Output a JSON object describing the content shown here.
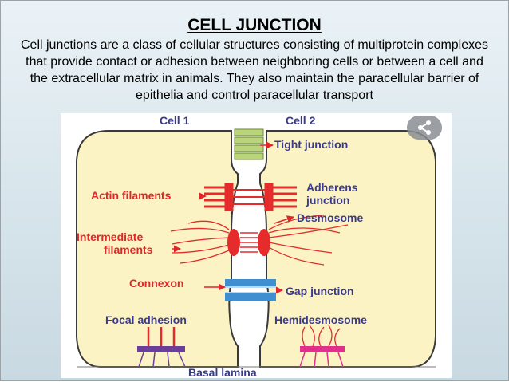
{
  "slide": {
    "title": "CELL JUNCTION",
    "description": "Cell junctions are a class of cellular structures consisting of multiprotein complexes that provide contact or adhesion between neighboring cells or between a cell and the extracellular matrix in animals. They also maintain the paracellular barrier of epithelia and control paracellular transport"
  },
  "diagram": {
    "cell1": "Cell 1",
    "cell2": "Cell 2",
    "tight_junction": "Tight junction",
    "actin_filaments": "Actin filaments",
    "adherens_line1": "Adherens",
    "adherens_line2": "junction",
    "desmosome": "Desmosome",
    "intermediate_line1": "Intermediate",
    "intermediate_line2": "filaments",
    "connexon": "Connexon",
    "gap_junction": "Gap junction",
    "focal_adhesion": "Focal adhesion",
    "hemidesmosome": "Hemidesmosome",
    "basal_lamina": "Basal lamina"
  },
  "colors": {
    "label_text": "#3a3a8c",
    "label_red": "#e0262a",
    "cytoplasm": "#fbf3c4",
    "tight": "#b9d47a",
    "adherens": "#e52b2b",
    "gap": "#3f8fd0",
    "focal": "#6a3f9a",
    "hemi": "#e0308c"
  },
  "share_icon": "share-icon"
}
